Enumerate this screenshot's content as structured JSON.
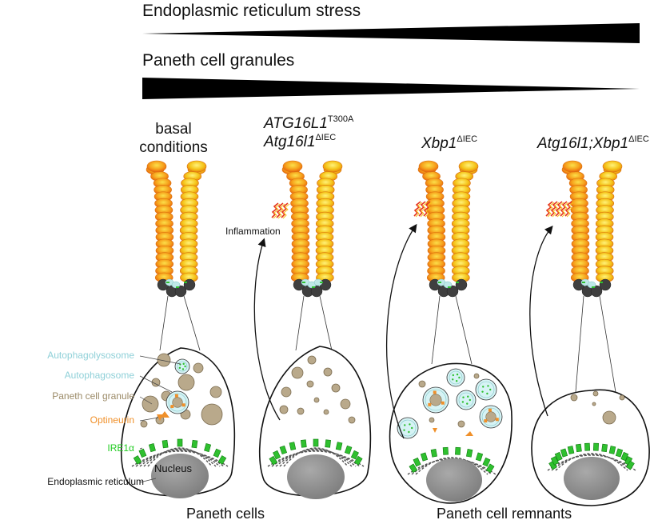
{
  "gradients": {
    "er_stress": {
      "label": "Endoplasmic reticulum stress",
      "direction": "increasing"
    },
    "granules": {
      "label": "Paneth cell granules",
      "direction": "decreasing"
    }
  },
  "conditions": [
    {
      "id": "basal",
      "line1": "basal",
      "line2": "conditions"
    },
    {
      "id": "atg",
      "line1_main": "ATG16L1",
      "line1_sup": "T300A",
      "line2_main": "Atg16l1",
      "line2_sup": "ΔIEC"
    },
    {
      "id": "xbp1",
      "line1_main": "Xbp1",
      "line1_sup": "ΔIEC"
    },
    {
      "id": "double",
      "line1_main": "Atg16l1;Xbp1",
      "line1_sup": "ΔIEC"
    }
  ],
  "inflammation_label": "Inflammation",
  "nucleus_label": "Nucleus",
  "legend": [
    {
      "label": "Autophagolysosome",
      "color": "#8fd0d8"
    },
    {
      "label": "Autophagosome",
      "color": "#8fd0d8"
    },
    {
      "label": "Paneth cell granule",
      "color": "#9b8a67"
    },
    {
      "label": "Optineurin",
      "color": "#f0902a"
    },
    {
      "label": "IRE1α",
      "color": "#22cc22"
    },
    {
      "label": "Endoplasmic reticulum",
      "color": "#111111"
    }
  ],
  "bottom_labels": {
    "left": "Paneth cells",
    "right": "Paneth cell remnants"
  },
  "colors": {
    "crypt_orange": "#f39b1b",
    "crypt_yellow": "#f7c21a",
    "granule": "#b9a98b",
    "er_green": "#2fc02f",
    "autophago_fill": "#d6f3f5",
    "flame": "#e5341c",
    "nucleus": "#8c8c8c"
  }
}
